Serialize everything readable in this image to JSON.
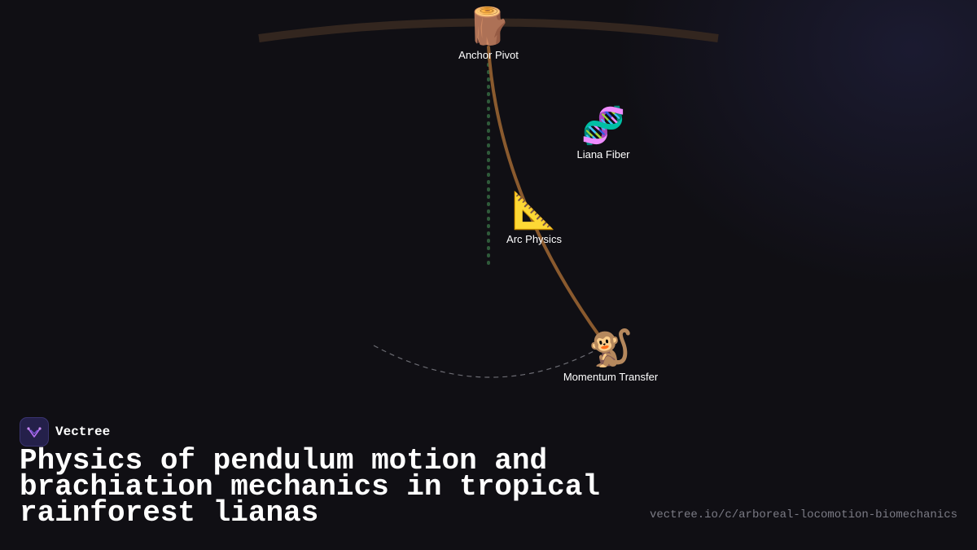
{
  "diagram": {
    "nodes": [
      {
        "id": "anchor",
        "icon": "wood-log-icon",
        "emoji": "🪵",
        "label": "Anchor Pivot"
      },
      {
        "id": "fiber",
        "icon": "dna-icon",
        "emoji": "🧬",
        "label": "Liana Fiber"
      },
      {
        "id": "arc",
        "icon": "triangular-ruler-icon",
        "emoji": "📐",
        "label": "Arc Physics"
      },
      {
        "id": "momentum",
        "icon": "monkey-icon",
        "emoji": "🐒",
        "label": "Momentum Transfer"
      }
    ],
    "colors": {
      "vine": "#8a5a2e",
      "branch": "#33261f",
      "plumb_line": "#2f5a3a",
      "arc_path": "#6b6b72",
      "background": "#100f14"
    }
  },
  "brand": {
    "name": "Vectree",
    "logo_icon": "vectree-logo-icon"
  },
  "title": "Physics of pendulum motion and brachiation mechanics in tropical rainforest lianas",
  "url": "vectree.io/c/arboreal-locomotion-biomechanics"
}
